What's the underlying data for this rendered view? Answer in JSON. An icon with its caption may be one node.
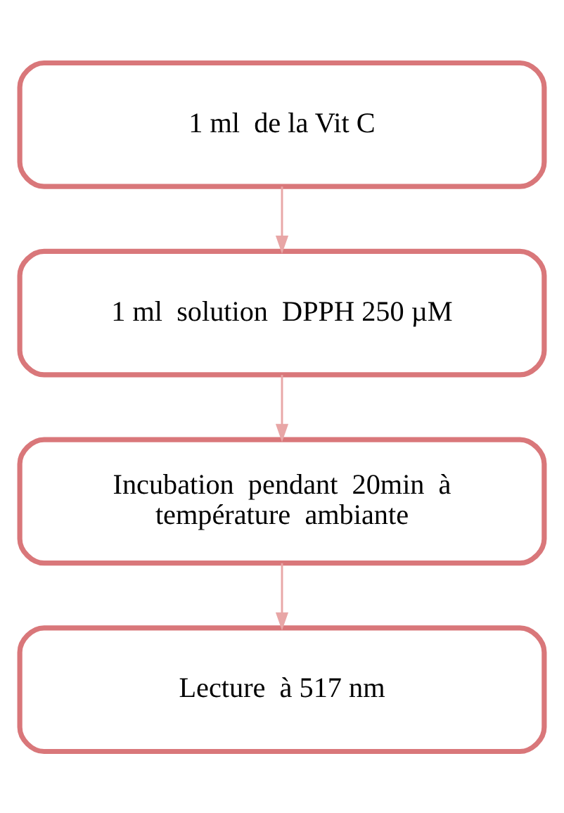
{
  "diagram": {
    "nodes": [
      {
        "text": [
          "1 ml  de la Vit C"
        ]
      },
      {
        "text": [
          "1 ml  solution  DPPH 250 µM"
        ]
      },
      {
        "text": [
          "Incubation  pendant  20min  à température  ambiante"
        ]
      },
      {
        "text": [
          "Lecture  à 517 nm"
        ]
      }
    ],
    "edges": [
      {
        "from": 0,
        "to": 1,
        "arrow": "to"
      },
      {
        "from": 1,
        "to": 2,
        "arrow": "to"
      },
      {
        "from": 2,
        "to": 3,
        "arrow": "to"
      }
    ]
  }
}
